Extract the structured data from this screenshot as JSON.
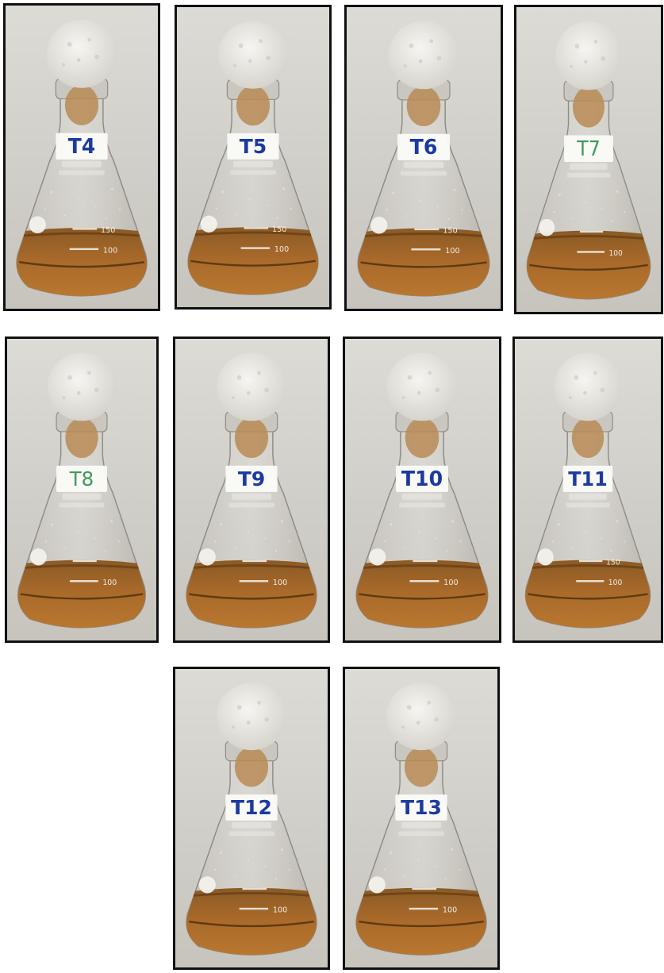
{
  "colors": {
    "background": "#ffffff",
    "border": "#111111",
    "liquid": "#a8692a",
    "liquid_dark": "#6e4216",
    "cotton": "#ecebe6",
    "label_blue": "#1c3aa0",
    "label_green": "#3f9a5a"
  },
  "flasks": [
    {
      "label": "T4",
      "label_color": "blue",
      "marking_low": "100",
      "marking_high": "150"
    },
    {
      "label": "T5",
      "label_color": "blue",
      "marking_low": "100",
      "marking_high": "150"
    },
    {
      "label": "T6",
      "label_color": "blue",
      "marking_low": "100",
      "marking_high": "150"
    },
    {
      "label": "T7",
      "label_color": "green",
      "marking_low": "100",
      "marking_high": ""
    },
    {
      "label": "T8",
      "label_color": "green",
      "marking_low": "100",
      "marking_high": ""
    },
    {
      "label": "T9",
      "label_color": "blue",
      "marking_low": "100",
      "marking_high": ""
    },
    {
      "label": "T10",
      "label_color": "blue",
      "marking_low": "100",
      "marking_high": ""
    },
    {
      "label": "T11",
      "label_color": "blue",
      "marking_low": "100",
      "marking_high": "150"
    },
    {
      "label": "T12",
      "label_color": "blue",
      "marking_low": "100",
      "marking_high": ""
    },
    {
      "label": "T13",
      "label_color": "blue",
      "marking_low": "100",
      "marking_high": ""
    }
  ]
}
